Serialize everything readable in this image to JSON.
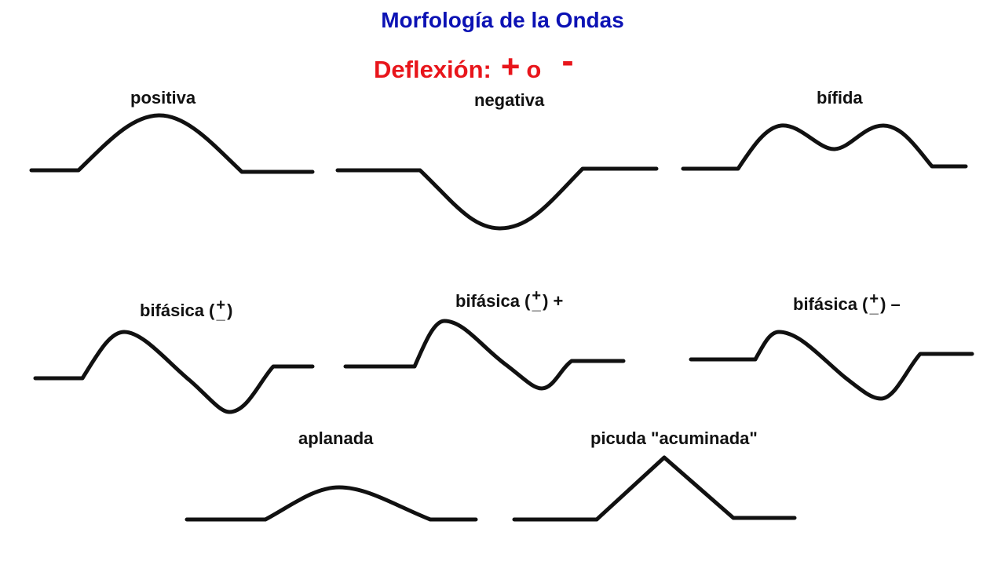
{
  "title": "Morfología de la Ondas",
  "subtitle": {
    "prefix": "Deflexión:",
    "plus": "+",
    "or": "o",
    "minus": "-"
  },
  "sign_symbols": {
    "plus": "+",
    "minus": "_"
  },
  "waves": [
    {
      "id": "positiva",
      "label": "positiva"
    },
    {
      "id": "negativa",
      "label": "negativa"
    },
    {
      "id": "bifida",
      "label": "bífida"
    },
    {
      "id": "bifasica",
      "label_before": "bifásica (",
      "label_after": ")"
    },
    {
      "id": "bifasica-plus",
      "label_before": "bifásica (",
      "label_after": ") +"
    },
    {
      "id": "bifasica-minus",
      "label_before": "bifásica (",
      "label_after": ") –"
    },
    {
      "id": "aplanada",
      "label": "aplanada"
    },
    {
      "id": "picuda",
      "label": "picuda \"acuminada\""
    }
  ]
}
